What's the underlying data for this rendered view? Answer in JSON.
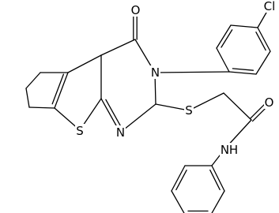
{
  "atoms": [
    {
      "id": "cl",
      "label": "Cl"
    },
    {
      "id": "o1",
      "label": "O"
    },
    {
      "id": "n3",
      "label": "N"
    },
    {
      "id": "n1",
      "label": "N"
    },
    {
      "id": "s1",
      "label": "S"
    },
    {
      "id": "s2",
      "label": "S"
    },
    {
      "id": "o2",
      "label": "O"
    },
    {
      "id": "nh",
      "label": "N",
      "suffix": "H"
    }
  ],
  "colors": {
    "bond": "#000000",
    "text": "#000000",
    "background": "#ffffff"
  }
}
